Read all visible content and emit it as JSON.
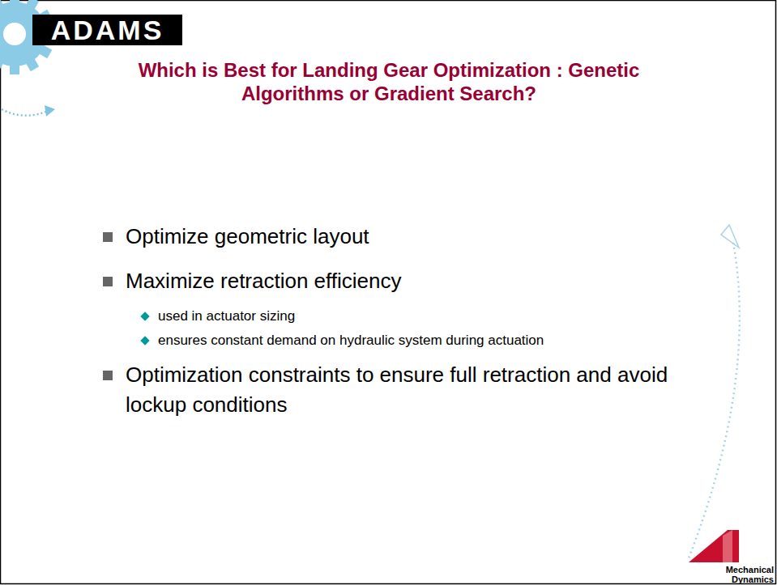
{
  "diagram": {
    "title": "Which is Best for Landing Gear Optimization : Genetic Algorithms or Gradient Search?",
    "labels": [
      "ADAMS",
      "Optimize geometric layout",
      "Maximize retraction efficiency",
      "used in actuator sizing",
      "ensures constant demand on hydraulic system during actuation",
      "Optimization constraints to ensure full retraction and avoid lockup conditions",
      "Mechanical Dynamics"
    ]
  }
}
